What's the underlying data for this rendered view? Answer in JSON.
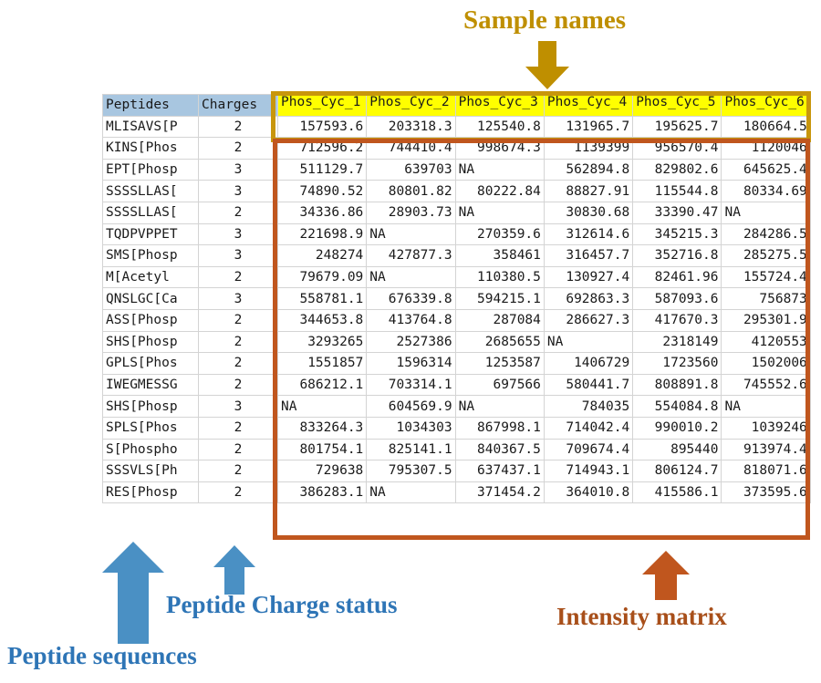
{
  "annotations": {
    "sample_names": {
      "text": "Sample names",
      "color": "#bf8f00",
      "arrow": "down-arrow-gold"
    },
    "peptide_charge": {
      "text": "Peptide Charge status",
      "color": "#2e75b6",
      "arrow": "up-arrow-blue-small"
    },
    "peptide_sequences": {
      "text": "Peptide sequences",
      "color": "#2e75b6",
      "arrow": "up-arrow-blue-large"
    },
    "intensity_matrix": {
      "text": "Intensity matrix",
      "color": "#a84f1a",
      "arrow": "up-arrow-orange"
    }
  },
  "table": {
    "headers": {
      "peptides": "Peptides",
      "charges": "Charges",
      "samples": [
        "Phos_Cyc_1",
        "Phos_Cyc_2",
        "Phos_Cyc_3",
        "Phos_Cyc_4",
        "Phos_Cyc_5",
        "Phos_Cyc_6"
      ]
    },
    "header_fill_index": "#a8c6e0",
    "header_fill_samples": "#ffff00",
    "rows": [
      {
        "peptide": "MLISAVS[P",
        "charge": "2",
        "values": [
          "157593.6",
          "203318.3",
          "125540.8",
          "131965.7",
          "195625.7",
          "180664.5"
        ]
      },
      {
        "peptide": "KINS[Phos",
        "charge": "2",
        "values": [
          "712596.2",
          "744410.4",
          "998674.3",
          "1139399",
          "956570.4",
          "1120046"
        ]
      },
      {
        "peptide": "EPT[Phosp",
        "charge": "3",
        "values": [
          "511129.7",
          "639703",
          "NA",
          "562894.8",
          "829802.6",
          "645625.4"
        ]
      },
      {
        "peptide": "SSSSLLAS[",
        "charge": "3",
        "values": [
          "74890.52",
          "80801.82",
          "80222.84",
          "88827.91",
          "115544.8",
          "80334.69"
        ]
      },
      {
        "peptide": "SSSSLLAS[",
        "charge": "2",
        "values": [
          "34336.86",
          "28903.73",
          "NA",
          "30830.68",
          "33390.47",
          "NA"
        ]
      },
      {
        "peptide": "TQDPVPPET",
        "charge": "3",
        "values": [
          "221698.9",
          "NA",
          "270359.6",
          "312614.6",
          "345215.3",
          "284286.5"
        ]
      },
      {
        "peptide": "SMS[Phosp",
        "charge": "3",
        "values": [
          "248274",
          "427877.3",
          "358461",
          "316457.7",
          "352716.8",
          "285275.5"
        ]
      },
      {
        "peptide": "M[Acetyl",
        "charge": "2",
        "values": [
          "79679.09",
          "NA",
          "110380.5",
          "130927.4",
          "82461.96",
          "155724.4"
        ]
      },
      {
        "peptide": "QNSLGC[Ca",
        "charge": "3",
        "values": [
          "558781.1",
          "676339.8",
          "594215.1",
          "692863.3",
          "587093.6",
          "756873"
        ]
      },
      {
        "peptide": "ASS[Phosp",
        "charge": "2",
        "values": [
          "344653.8",
          "413764.8",
          "287084",
          "286627.3",
          "417670.3",
          "295301.9"
        ]
      },
      {
        "peptide": "SHS[Phosp",
        "charge": "2",
        "values": [
          "3293265",
          "2527386",
          "2685655",
          "NA",
          "2318149",
          "4120553"
        ]
      },
      {
        "peptide": "GPLS[Phos",
        "charge": "2",
        "values": [
          "1551857",
          "1596314",
          "1253587",
          "1406729",
          "1723560",
          "1502006"
        ]
      },
      {
        "peptide": "IWEGMESSG",
        "charge": "2",
        "values": [
          "686212.1",
          "703314.1",
          "697566",
          "580441.7",
          "808891.8",
          "745552.6"
        ]
      },
      {
        "peptide": "SHS[Phosp",
        "charge": "3",
        "values": [
          "NA",
          "604569.9",
          "NA",
          "784035",
          "554084.8",
          "NA"
        ]
      },
      {
        "peptide": "SPLS[Phos",
        "charge": "2",
        "values": [
          "833264.3",
          "1034303",
          "867998.1",
          "714042.4",
          "990010.2",
          "1039246"
        ]
      },
      {
        "peptide": "S[Phospho",
        "charge": "2",
        "values": [
          "801754.1",
          "825141.1",
          "840367.5",
          "709674.4",
          "895440",
          "913974.4"
        ]
      },
      {
        "peptide": "SSSVLS[Ph",
        "charge": "2",
        "values": [
          "729638",
          "795307.5",
          "637437.1",
          "714943.1",
          "806124.7",
          "818071.6"
        ]
      },
      {
        "peptide": "RES[Phosp",
        "charge": "2",
        "values": [
          "386283.1",
          "NA",
          "371454.2",
          "364010.8",
          "415586.1",
          "373595.6"
        ]
      }
    ]
  },
  "highlights": {
    "sample_names_box_color": "#c8960c",
    "intensity_box_color": "#c0561e"
  }
}
